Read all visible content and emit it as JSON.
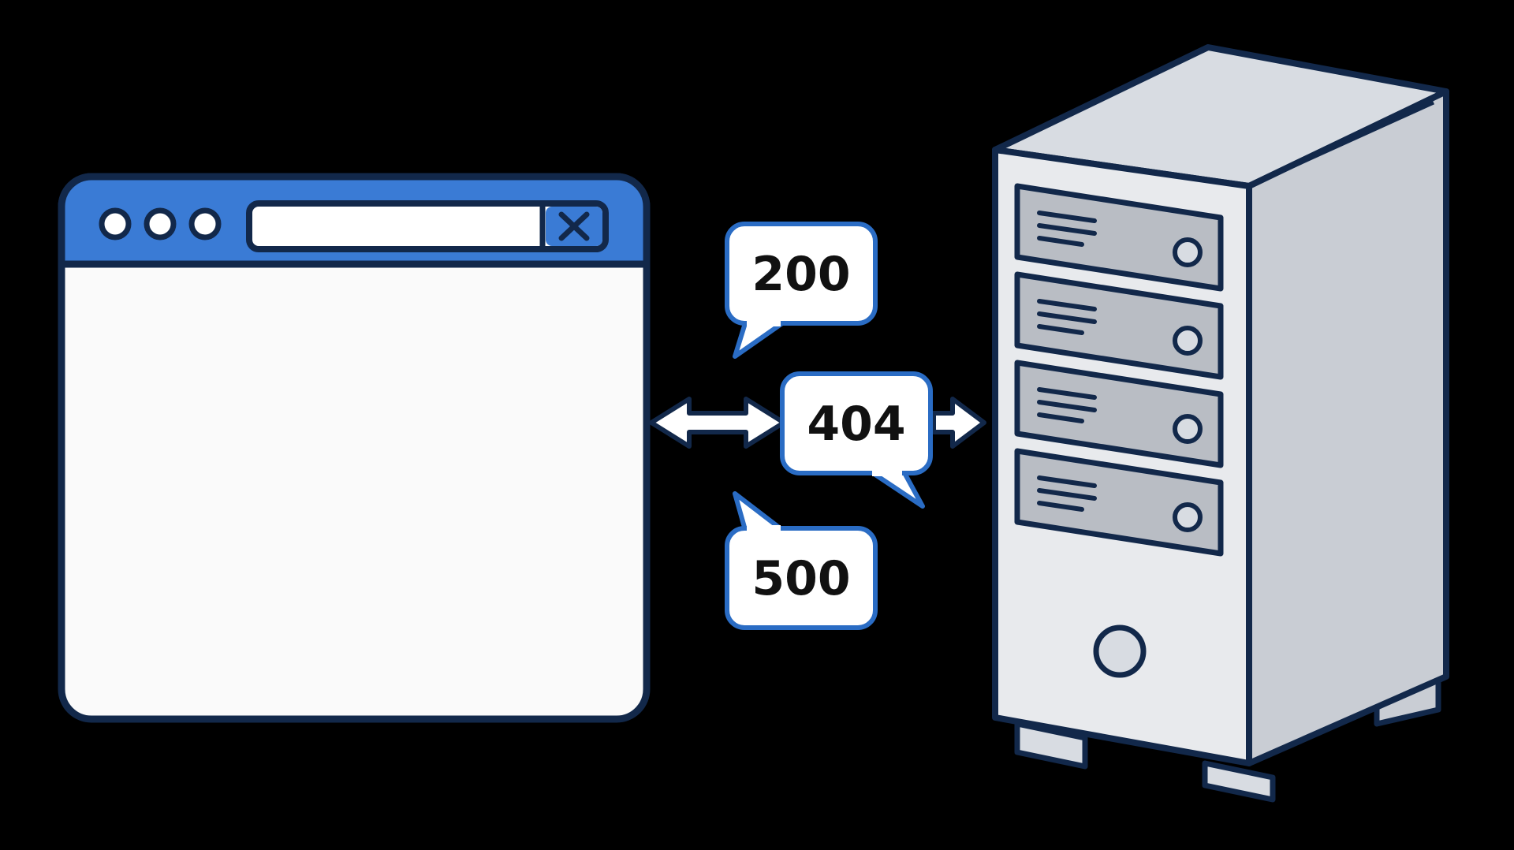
{
  "diagram": {
    "status_codes": [
      {
        "code": "200"
      },
      {
        "code": "404"
      },
      {
        "code": "500"
      }
    ]
  },
  "colors": {
    "background": "#000000",
    "outline": "#12284a",
    "browser_titlebar": "#3a7bd5",
    "browser_body": "#fafafa",
    "bubble_fill": "#ffffff",
    "bubble_border": "#2a6cc4",
    "server_front": "#e8eaed",
    "server_top": "#d8dce2",
    "server_side": "#c9cdd4",
    "drive_bay": "#b9bdc4"
  },
  "icons": {
    "browser": "browser-window-icon",
    "close": "close-icon",
    "arrow": "double-arrow-icon",
    "server": "server-tower-icon"
  }
}
